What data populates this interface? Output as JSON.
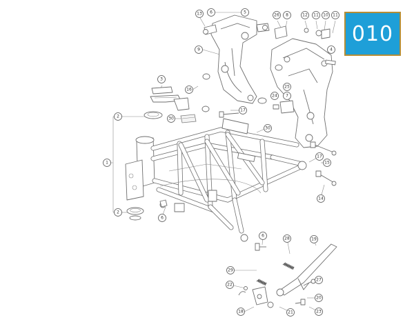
{
  "page_badge": {
    "label": "010",
    "background": "#1e9fd8",
    "border": "#b58d34"
  },
  "callouts": {
    "c13": "13",
    "c6a": "6",
    "c5": "5",
    "c26": "26",
    "c8": "8",
    "c12": "12",
    "c11a": "11",
    "c10": "10",
    "c11b": "11",
    "c9": "9",
    "c4": "4",
    "c3": "3",
    "c16": "16",
    "c25": "25",
    "c24": "24",
    "c7": "7",
    "c2a": "2",
    "c30a": "30",
    "c17a": "17",
    "c30b": "30",
    "c1": "1",
    "c17b": "17",
    "c15": "15",
    "c14": "14",
    "c2b": "2",
    "c6b": "6",
    "c6c": "6",
    "c28": "28",
    "c19": "19",
    "c29": "29",
    "c27": "27",
    "c22": "22",
    "c20": "20",
    "c18": "18",
    "c21": "21",
    "c23": "23"
  }
}
